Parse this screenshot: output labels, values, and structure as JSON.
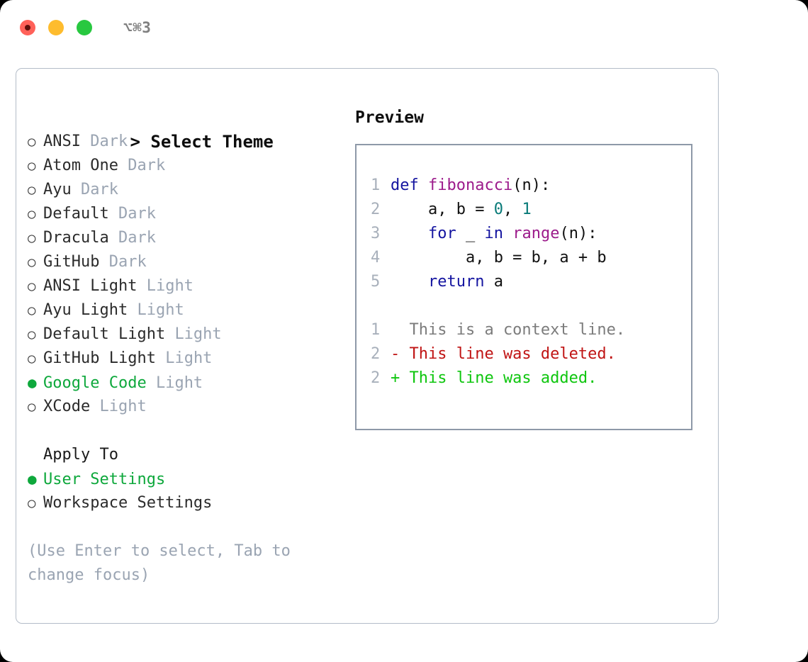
{
  "titlebar": {
    "traffic_lights": [
      {
        "name": "close",
        "color": "#ff6159"
      },
      {
        "name": "minimize",
        "color": "#febc2e"
      },
      {
        "name": "zoom",
        "color": "#28c840"
      }
    ],
    "shortcut": "⌥⌘3"
  },
  "theme_picker": {
    "header_caret": ">",
    "header_label": "Select Theme",
    "bullet_unselected": "○",
    "bullet_selected": "●",
    "selected_color": "#0ea83c",
    "options": [
      {
        "name": "ANSI",
        "kind": "Dark",
        "selected": false
      },
      {
        "name": "Atom One",
        "kind": "Dark",
        "selected": false
      },
      {
        "name": "Ayu",
        "kind": "Dark",
        "selected": false
      },
      {
        "name": "Default",
        "kind": "Dark",
        "selected": false
      },
      {
        "name": "Dracula",
        "kind": "Dark",
        "selected": false
      },
      {
        "name": "GitHub",
        "kind": "Dark",
        "selected": false
      },
      {
        "name": "ANSI Light",
        "kind": "Light",
        "selected": false
      },
      {
        "name": "Ayu Light",
        "kind": "Light",
        "selected": false
      },
      {
        "name": "Default Light",
        "kind": "Light",
        "selected": false
      },
      {
        "name": "GitHub Light",
        "kind": "Light",
        "selected": false
      },
      {
        "name": "Google Code",
        "kind": "Light",
        "selected": true
      },
      {
        "name": "XCode",
        "kind": "Light",
        "selected": false
      }
    ]
  },
  "apply_to": {
    "title": "Apply To",
    "options": [
      {
        "name": "User Settings",
        "selected": true
      },
      {
        "name": "Workspace Settings",
        "selected": false
      }
    ]
  },
  "hint": "(Use Enter to select, Tab to change focus)",
  "preview": {
    "title": "Preview",
    "code": [
      {
        "ln": "1",
        "tokens": [
          {
            "t": "def ",
            "c": "kw"
          },
          {
            "t": "fibonacci",
            "c": "fn"
          },
          {
            "t": "(n):",
            "c": "pl"
          }
        ]
      },
      {
        "ln": "2",
        "tokens": [
          {
            "t": "    a, b = ",
            "c": "pl"
          },
          {
            "t": "0",
            "c": "num"
          },
          {
            "t": ", ",
            "c": "pl"
          },
          {
            "t": "1",
            "c": "num"
          }
        ]
      },
      {
        "ln": "3",
        "tokens": [
          {
            "t": "    ",
            "c": "pl"
          },
          {
            "t": "for",
            "c": "kw"
          },
          {
            "t": " _ ",
            "c": "pl"
          },
          {
            "t": "in",
            "c": "kw"
          },
          {
            "t": " ",
            "c": "pl"
          },
          {
            "t": "range",
            "c": "fn"
          },
          {
            "t": "(n):",
            "c": "pl"
          }
        ]
      },
      {
        "ln": "4",
        "tokens": [
          {
            "t": "        a, b = b, a + b",
            "c": "pl"
          }
        ]
      },
      {
        "ln": "5",
        "tokens": [
          {
            "t": "    ",
            "c": "pl"
          },
          {
            "t": "return",
            "c": "kw"
          },
          {
            "t": " a",
            "c": "pl"
          }
        ]
      }
    ],
    "diff": [
      {
        "ln": "1",
        "marker": " ",
        "text": "  This is a context line.",
        "kind": "ctx"
      },
      {
        "ln": "2",
        "marker": "-",
        "text": "- This line was deleted.",
        "kind": "del"
      },
      {
        "ln": "2",
        "marker": "+",
        "text": "+ This line was added.",
        "kind": "add"
      }
    ]
  }
}
